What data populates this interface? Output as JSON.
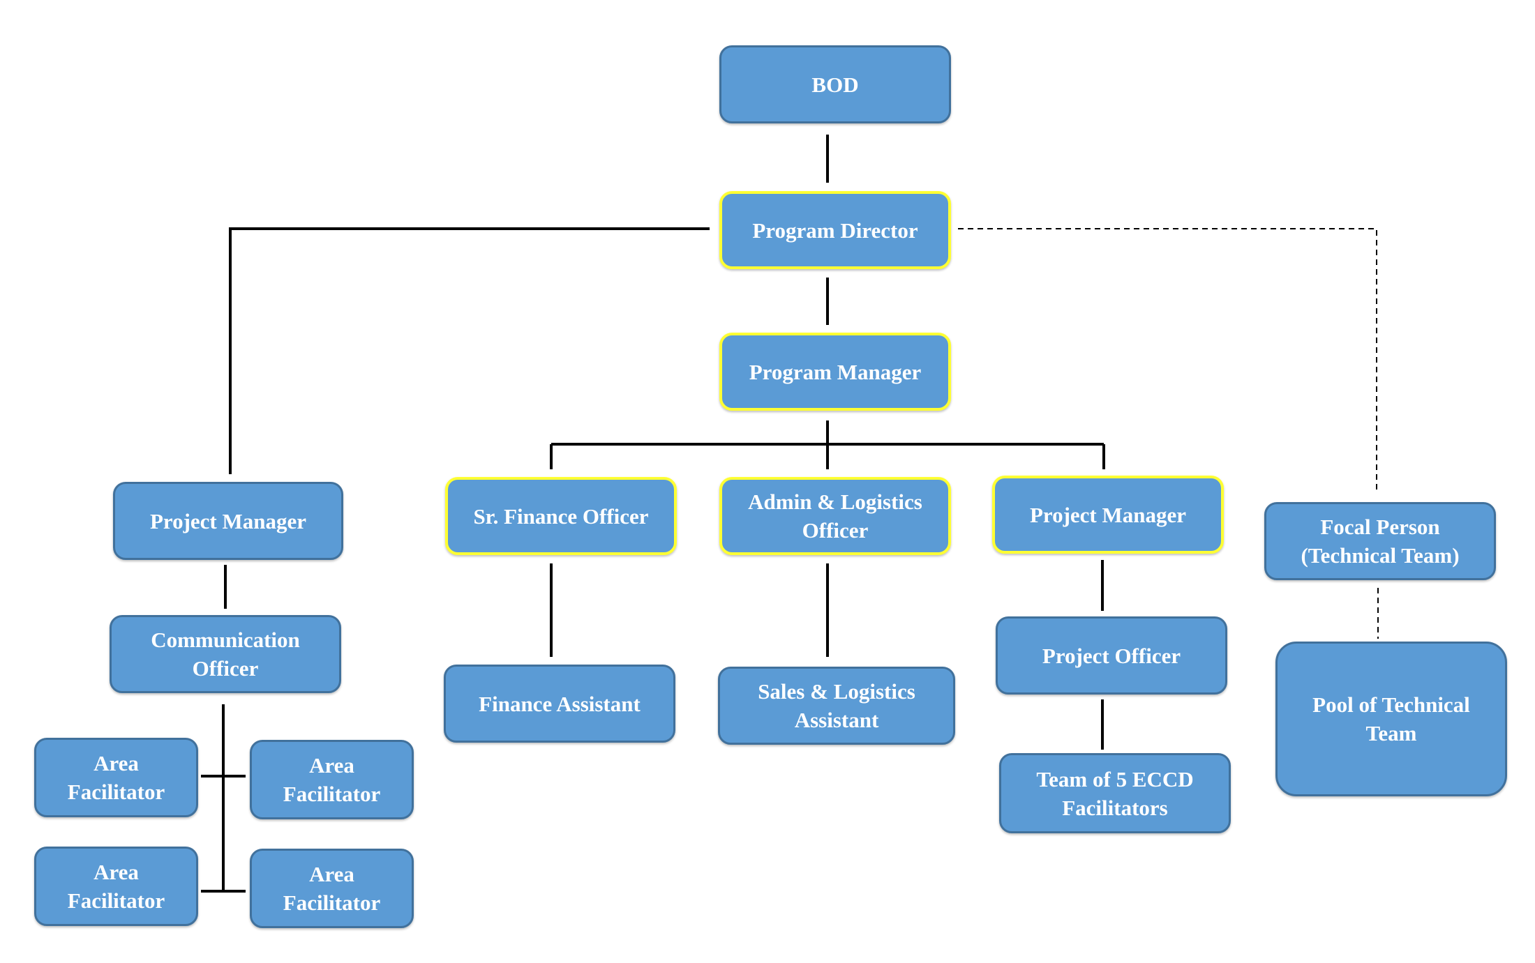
{
  "nodes": {
    "bod": "BOD",
    "program_director": "Program Director",
    "program_manager": "Program Manager",
    "project_manager_left": "Project Manager",
    "sr_finance_officer": "Sr. Finance Officer",
    "admin_logistics_officer": "Admin & Logistics Officer",
    "project_manager_right": "Project Manager",
    "focal_person": "Focal Person (Technical Team)",
    "communication_officer": "Communication Officer",
    "finance_assistant": "Finance Assistant",
    "sales_logistics_assistant": "Sales & Logistics Assistant",
    "project_officer": "Project Officer",
    "pool_technical_team": "Pool of Technical Team",
    "team_eccd_facilitators": "Team of 5 ECCD Facilitators",
    "area_facilitator_1": "Area Facilitator",
    "area_facilitator_2": "Area Facilitator",
    "area_facilitator_3": "Area Facilitator",
    "area_facilitator_4": "Area Facilitator"
  },
  "colors": {
    "box_fill": "#5B9BD5",
    "box_border": "#41719C",
    "highlight_border": "#FFFF33",
    "text": "#FFFFFF",
    "connector": "#000000"
  }
}
